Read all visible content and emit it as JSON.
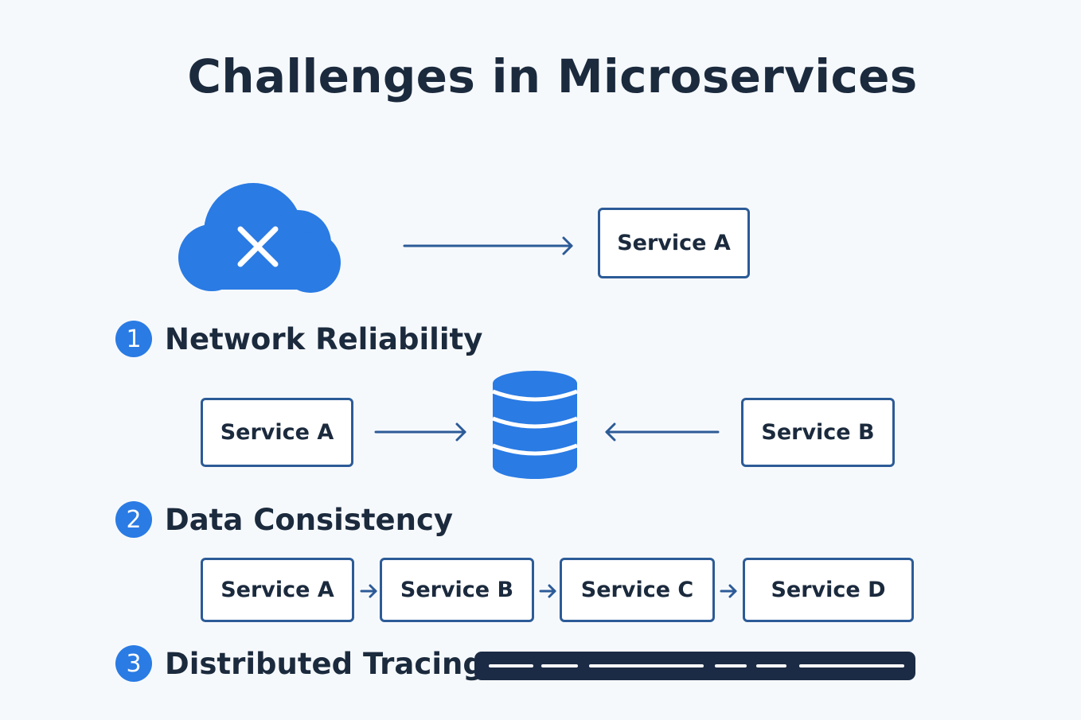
{
  "title": "Challenges in Microservices",
  "colors": {
    "accent": "#2a7be4",
    "box_border": "#2c5b97",
    "text": "#1b2a3d",
    "trace_bar": "#1c2b45"
  },
  "sections": [
    {
      "number": "1",
      "label": "Network Reliability",
      "icon": "cloud-x-icon",
      "services": [
        "Service A"
      ]
    },
    {
      "number": "2",
      "label": "Data Consistency",
      "icon": "database-icon",
      "services": [
        "Service A",
        "Service B"
      ]
    },
    {
      "number": "3",
      "label": "Distributed Tracing",
      "icon": "trace-bar-icon",
      "services": [
        "Service A",
        "Service B",
        "Service C",
        "Service D"
      ]
    }
  ]
}
